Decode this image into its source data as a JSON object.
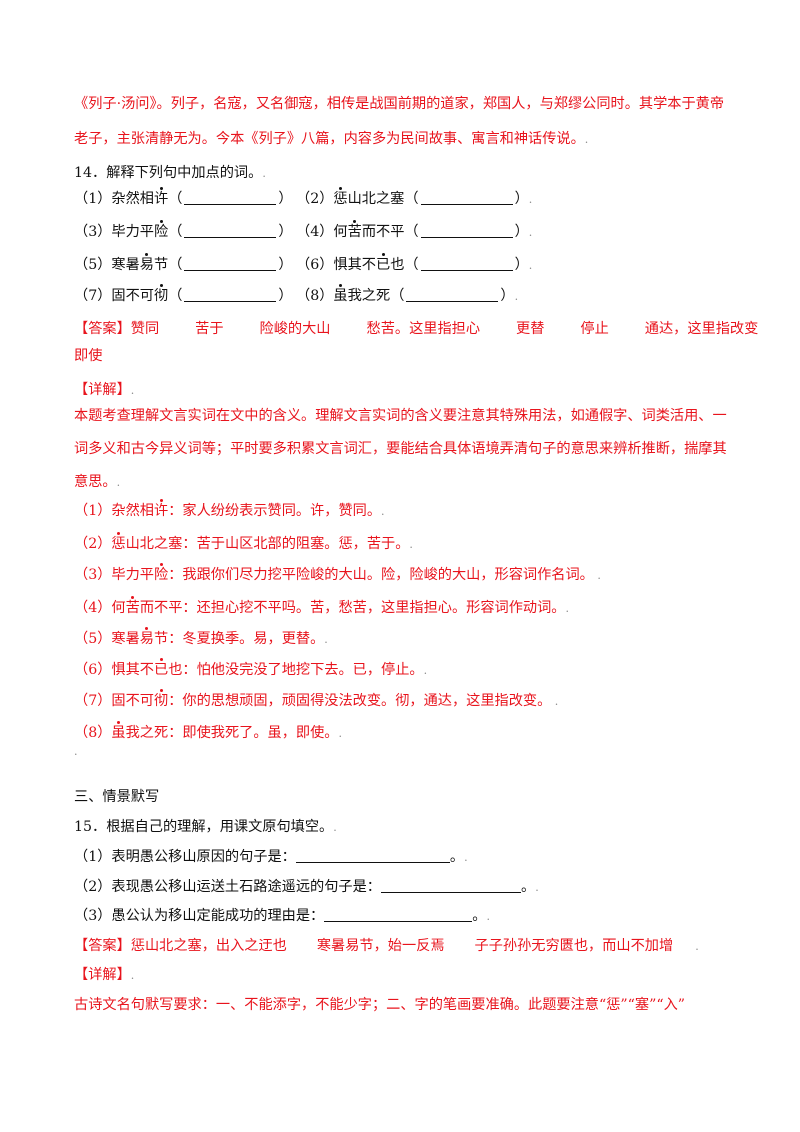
{
  "intro": {
    "line1": "《列子·汤问》。列子，名寇，又名御寇，相传是战国前期的道家，郑国人，与郑缪公同时。其学本于黄帝",
    "line2": "老子，主张清静无为。今本《列子》八篇，内容多为民间故事、寓言和神话传说。"
  },
  "q14": {
    "stem": "14．解释下列句中加点的词。",
    "items": [
      {
        "num": "（1）",
        "pre": "杂然相",
        "dot": "许",
        "post": ""
      },
      {
        "num": "（2）",
        "pre": "",
        "dot": "惩",
        "post": "山北之塞"
      },
      {
        "num": "（3）",
        "pre": "毕力平",
        "dot": "险",
        "post": ""
      },
      {
        "num": "（4）",
        "pre": "何",
        "dot": "苦",
        "post": "而不平"
      },
      {
        "num": "（5）",
        "pre": "寒暑",
        "dot": "易",
        "post": "节"
      },
      {
        "num": "（6）",
        "pre": "惧其不",
        "dot": "已",
        "post": "也"
      },
      {
        "num": "（7）",
        "pre": "固不可",
        "dot": "彻",
        "post": ""
      },
      {
        "num": "（8）",
        "pre": "",
        "dot": "虽",
        "post": "我之死"
      }
    ],
    "answer_tag": "【答案】",
    "answers": [
      "赞同",
      "苦于",
      "险峻的大山",
      "愁苦。这里指担心",
      "更替",
      "停止",
      "通达，这里指改变",
      "即使"
    ],
    "detail_tag": "【详解】",
    "detail_lines": [
      "本题考查理解文言实词在文中的含义。理解文言实词的含义要注意其特殊用法，如通假字、词类活用、一",
      "词多义和古今异义词等；平时要多积累文言词汇，要能结合具体语境弄清句子的意思来辨析推断，揣摩其",
      "意思。"
    ],
    "explanations": [
      {
        "num": "（1）",
        "pre": "杂然相",
        "dot": "许",
        "post": "",
        "text": "：家人纷纷表示赞同。许，赞同。"
      },
      {
        "num": "（2）",
        "pre": "",
        "dot": "惩",
        "post": "山北之塞",
        "text": "：苦于山区北部的阻塞。惩，苦于。"
      },
      {
        "num": "（3）",
        "pre": "毕力平",
        "dot": "险",
        "post": "",
        "text": "：我跟你们尽力挖平险峻的大山。险，险峻的大山，形容词作名词。"
      },
      {
        "num": "（4）",
        "pre": "何",
        "dot": "苦",
        "post": "而不平",
        "text": "：还担心挖不平吗。苦，愁苦，这里指担心。形容词作动词。"
      },
      {
        "num": "（5）",
        "pre": "寒暑",
        "dot": "易",
        "post": "节",
        "text": "：冬夏换季。易，更替。"
      },
      {
        "num": "（6）",
        "pre": "惧其不",
        "dot": "已",
        "post": "也",
        "text": "：怕他没完没了地挖下去。已，停止。"
      },
      {
        "num": "（7）",
        "pre": "固不可",
        "dot": "彻",
        "post": "",
        "text": "：你的思想顽固，顽固得没法改变。彻，通达，这里指改变。"
      },
      {
        "num": "（8）",
        "pre": "",
        "dot": "虽",
        "post": "我之死",
        "text": "：即使我死了。虽，即使。"
      }
    ]
  },
  "section3": {
    "title": "三、情景默写"
  },
  "q15": {
    "stem": "15．根据自己的理解，用课文原句填空。",
    "items": [
      {
        "num": "（1）",
        "text": "表明愚公移山原因的句子是："
      },
      {
        "num": "（2）",
        "text": "表现愚公移山运送土石路途遥远的句子是："
      },
      {
        "num": "（3）",
        "text": "愚公认为移山定能成功的理由是："
      }
    ],
    "answer_tag": "【答案】",
    "answers": [
      "惩山北之塞，出入之迂也",
      "寒暑易节，始一反焉",
      "子子孙孙无穷匮也，而山不加增"
    ],
    "detail_tag": "【详解】",
    "detail_line": "古诗文名句默写要求：一、不能添字，不能少字；二、字的笔画要准确。此题要注意“惩”“塞”“入”"
  },
  "colors": {
    "answer_red": "#e8141d",
    "body_black": "#111111"
  }
}
